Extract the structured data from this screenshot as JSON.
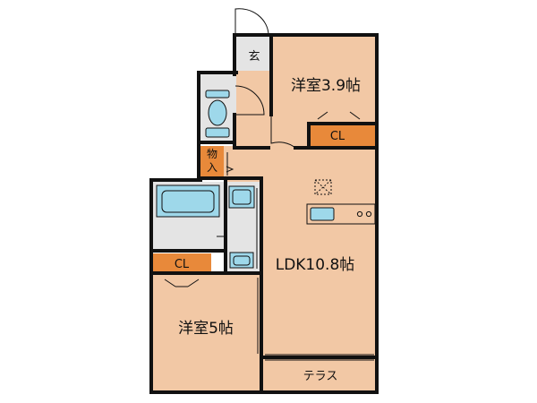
{
  "rooms": {
    "genkan": "玄",
    "western1": "洋室3.9帖",
    "closet1": "CL",
    "storage": "物入",
    "ldk": "LDK10.8帖",
    "closet2": "CL",
    "western2": "洋室5帖",
    "terrace": "テラス"
  },
  "colors": {
    "room_floor": "#f2c8a5",
    "wet_floor": "#e4e4e4",
    "closet_fill": "#e8893a",
    "wall": "#111111",
    "fixture_blue": "#9ed8ea",
    "terrace_fill": "#f2c8a5"
  }
}
